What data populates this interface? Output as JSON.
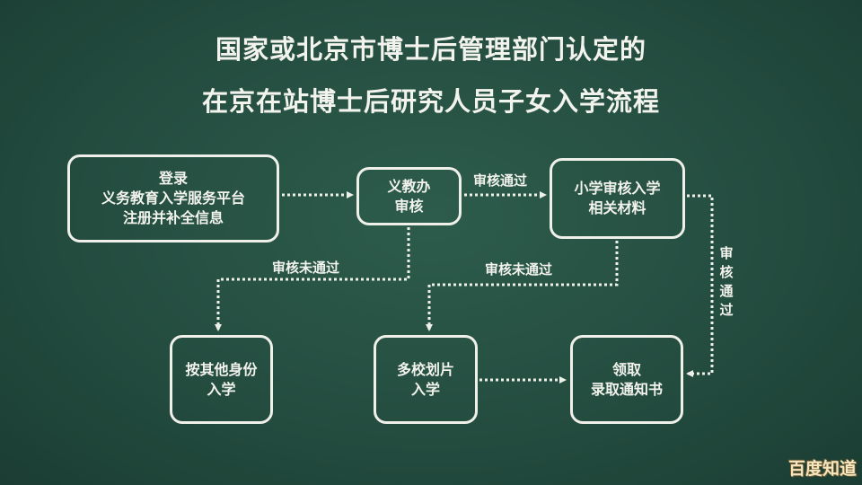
{
  "title": {
    "line1": "国家或北京市博士后管理部门认定的",
    "line2": "在京在站博士后研究人员子女入学流程"
  },
  "nodes": {
    "register": {
      "l1": "登录",
      "l2": "义务教育入学服务平台",
      "l3": "注册并补全信息"
    },
    "edu_office": {
      "l1": "义教办",
      "l2": "审核"
    },
    "school_review": {
      "l1": "小学审核入学",
      "l2": "相关材料"
    },
    "other_identity": {
      "l1": "按其他身份",
      "l2": "入学"
    },
    "multi_school": {
      "l1": "多校划片",
      "l2": "入学"
    },
    "notice": {
      "l1": "领取",
      "l2": "录取通知书"
    }
  },
  "edges": {
    "pass1": "审核通过",
    "fail1": "审核未通过",
    "fail2": "审核未通过",
    "pass2": [
      "审",
      "核",
      "通",
      "过"
    ]
  },
  "watermark": "百度知道"
}
